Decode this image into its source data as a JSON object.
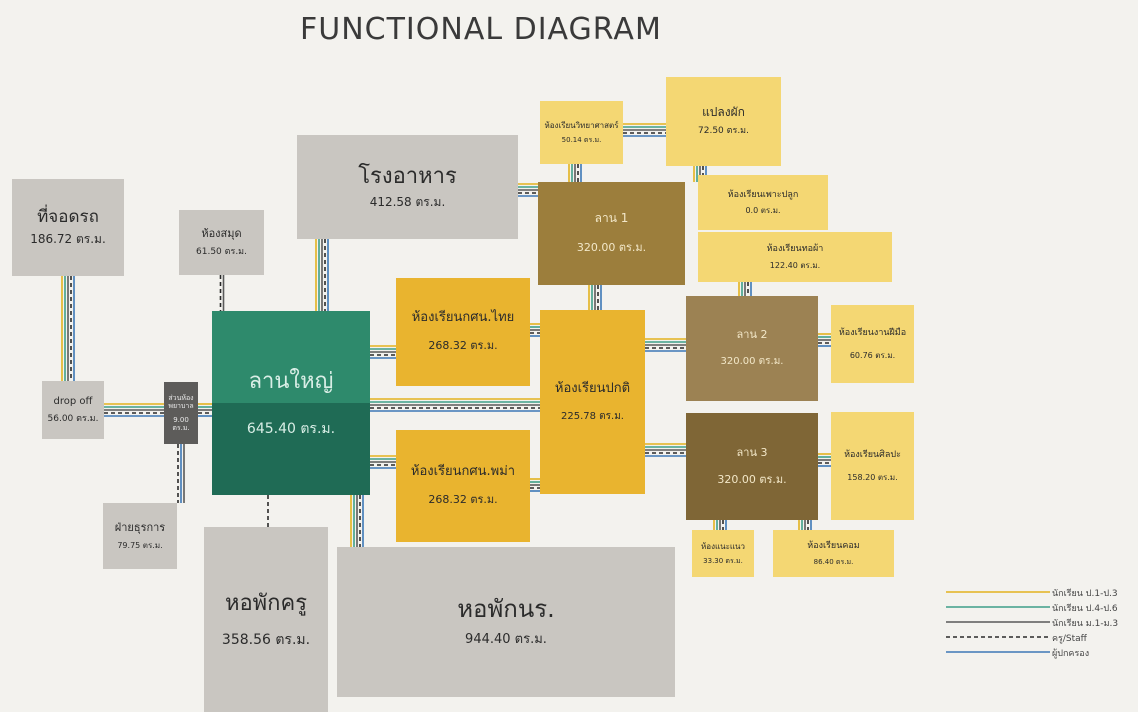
{
  "title": "FUNCTIONAL DIAGRAM",
  "colors": {
    "gray": "#c9c6c1",
    "dark_gray": "#5d5c5a",
    "green": "#2a7a62",
    "gold": "#e9b42f",
    "gold_light": "#f4d773",
    "olive": "#9c8253",
    "olive_dark": "#7f6636",
    "line_yellow": "#e3b21f",
    "line_teal": "#3e9e88",
    "line_gray": "#595959",
    "line_black": "#2a2a2a",
    "line_blue": "#3c78b6"
  },
  "rooms": {
    "parking": {
      "name": "ที่จอดรถ",
      "area": "186.72 ตร.ม."
    },
    "library": {
      "name": "ห้องสมุด",
      "area": "61.50 ตร.ม."
    },
    "canteen": {
      "name": "โรงอาหาร",
      "area": "412.58 ตร.ม."
    },
    "drop_off": {
      "name": "drop off",
      "area": "56.00 ตร.ม."
    },
    "nurse": {
      "name": "ส่วนห้องพยาบาล",
      "area": "9.00 ตร.ม."
    },
    "main_court": {
      "name": "ลานใหญ่",
      "area": "645.40 ตร.ม."
    },
    "admin": {
      "name": "ฝ่ายธุรการ",
      "area": "79.75 ตร.ม."
    },
    "teacher_dorm": {
      "name": "หอพักครู",
      "area": "358.56 ตร.ม."
    },
    "student_dorm": {
      "name": "หอพักนร.",
      "area": "944.40 ตร.ม."
    },
    "class_thai": {
      "name": "ห้องเรียนกศน.ไทย",
      "area": "268.32 ตร.ม."
    },
    "class_burmese": {
      "name": "ห้องเรียนกศน.พม่า",
      "area": "268.32 ตร.ม."
    },
    "class_regular": {
      "name": "ห้องเรียนปกติ",
      "area": "225.78 ตร.ม."
    },
    "court_1": {
      "name": "ลาน 1",
      "area": "320.00 ตร.ม."
    },
    "court_2": {
      "name": "ลาน 2",
      "area": "320.00 ตร.ม."
    },
    "court_3": {
      "name": "ลาน 3",
      "area": "320.00 ตร.ม."
    },
    "class_science": {
      "name": "ห้องเรียนวิทยาศาสตร์",
      "area": "50.14 ตร.ม."
    },
    "garden": {
      "name": "แปลงผัก",
      "area": "72.50 ตร.ม."
    },
    "class_agri": {
      "name": "ห้องเรียนเพาะปลูก",
      "area": "0.0 ตร.ม."
    },
    "class_weaving": {
      "name": "ห้องเรียนทอผ้า",
      "area": "122.40 ตร.ม."
    },
    "class_handcraft": {
      "name": "ห้องเรียนงานฝีมือ",
      "area": "60.76 ตร.ม."
    },
    "class_art": {
      "name": "ห้องเรียนศิลปะ",
      "area": "158.20 ตร.ม."
    },
    "guidance": {
      "name": "ห้องแนะแนว",
      "area": "33.30 ตร.ม."
    },
    "class_computer": {
      "name": "ห้องเรียนคอม",
      "area": "86.40 ตร.ม."
    }
  },
  "legend": [
    {
      "label": "นักเรียน ป.1-ป.3",
      "color": "#e3b21f",
      "dash": false
    },
    {
      "label": "นักเรียน ป.4-ป.6",
      "color": "#3e9e88",
      "dash": false
    },
    {
      "label": "นักเรียน ม.1-ม.3",
      "color": "#595959",
      "dash": false
    },
    {
      "label": "ครู/Staff",
      "color": "#2a2a2a",
      "dash": true
    },
    {
      "label": "ผู้ปกครอง",
      "color": "#3c78b6",
      "dash": false
    }
  ]
}
